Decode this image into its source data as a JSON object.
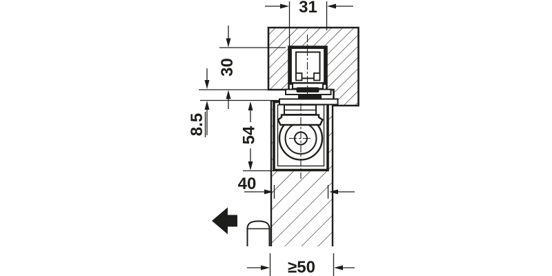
{
  "diagram": {
    "kind": "door-closer-mounting-section",
    "background": "#ffffff",
    "line_color": "#1d1d1b",
    "hatch_color": "#1d1d1b",
    "dimensions": {
      "channel_width": "31",
      "channel_height": "30",
      "frame_door_gap": "8.5",
      "closer_body_height": "54",
      "door_thickness": "40",
      "min_reveal": "≥50"
    },
    "icons": {
      "opening_direction": "solid left arrow"
    }
  }
}
